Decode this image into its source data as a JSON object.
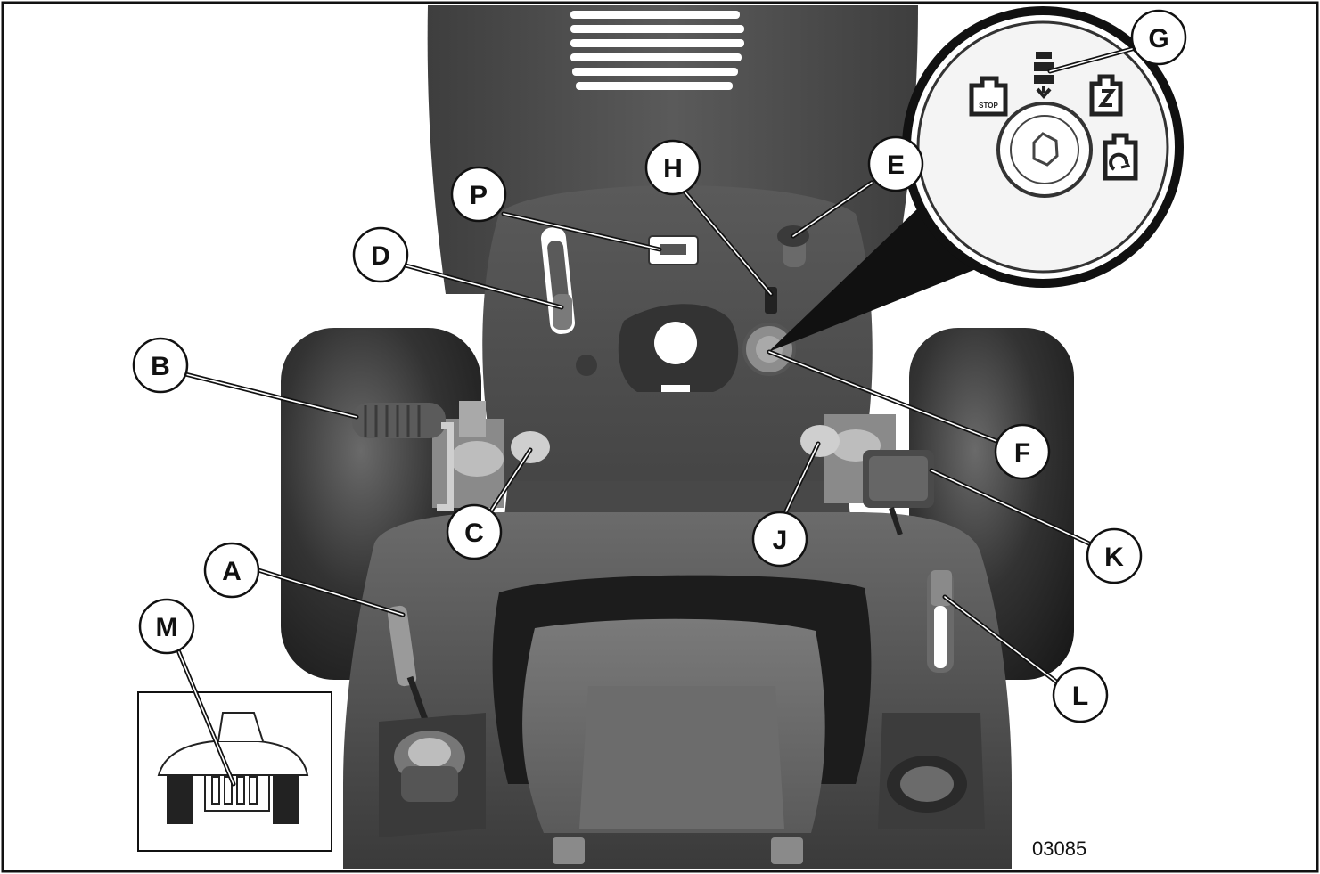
{
  "figure_number": "03085",
  "callouts": {
    "A": "A",
    "B": "B",
    "C": "C",
    "D": "D",
    "E": "E",
    "F": "F",
    "G": "G",
    "H": "H",
    "J": "J",
    "K": "K",
    "L": "L",
    "M": "M",
    "P": "P"
  },
  "ignition_key_inset": {
    "stop_label": "STOP",
    "positions": [
      "stop-icon",
      "lights-icon",
      "run-icon",
      "start-icon"
    ]
  },
  "colors": {
    "body_dark": "#4a4a4a",
    "body_mid": "#5c5c5c",
    "background": "#ffffff",
    "outline": "#111111"
  }
}
